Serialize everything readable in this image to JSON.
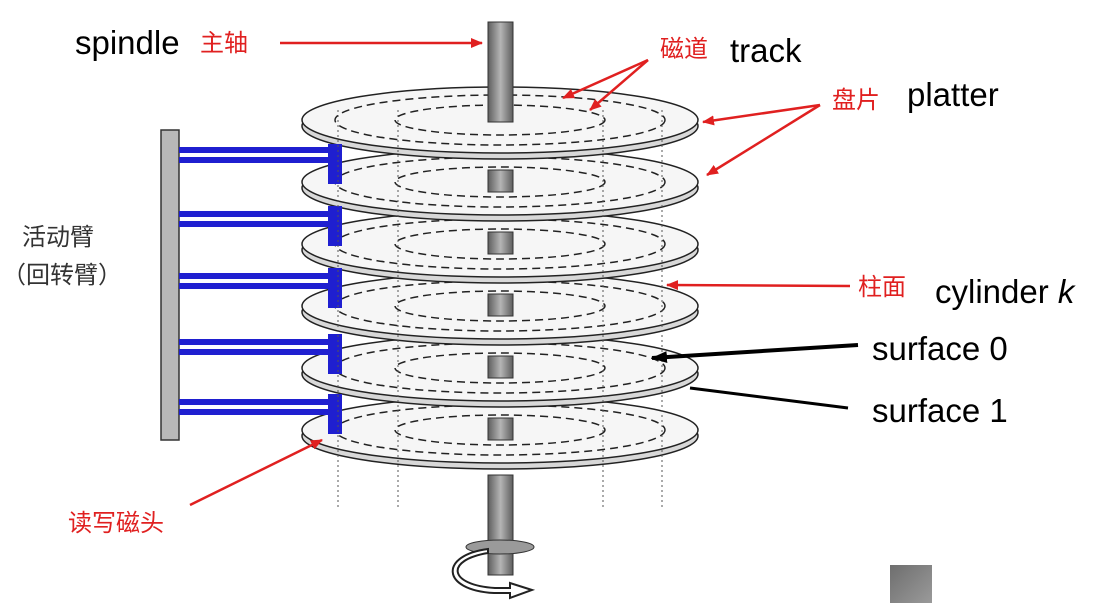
{
  "labels": {
    "spindle_en": "spindle",
    "spindle_zh": "主轴",
    "track_zh": "磁道",
    "track_en": "track",
    "platter_zh": "盘片",
    "platter_en": "platter",
    "arm_zh_line1": "活动臂",
    "arm_zh_line2": "（回转臂）",
    "cylinder_zh": "柱面",
    "cylinder_en": "cylinder ",
    "cylinder_var": "k",
    "surface0_en": "surface 0",
    "surface1_en": "surface 1",
    "head_zh": "读写磁头"
  },
  "colors": {
    "arrow_red": "#e02020",
    "label_red": "#e02020",
    "arm_blue": "#1f1fd0",
    "spindle_gray": "#8c8c8c",
    "platter_fill": "#f6f6f6"
  },
  "platter_count": 6
}
